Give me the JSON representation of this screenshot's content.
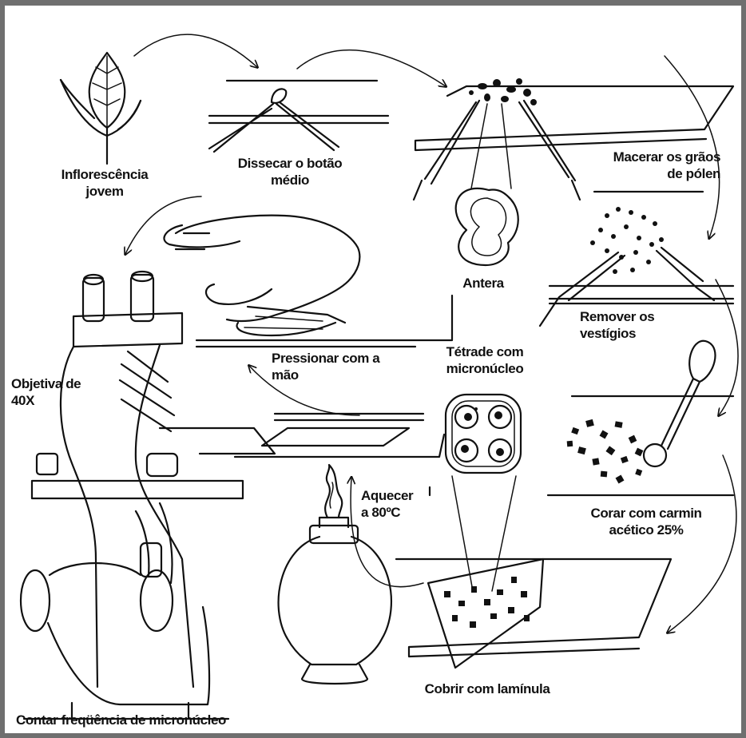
{
  "steps": {
    "inflorescence": "Inflorescência\njovem",
    "dissect": "Dissecar o botão\nmédio",
    "macerate": "Macerar os grãos\nde pólen",
    "anther": "Antera",
    "remove": "Remover os\nvestígios",
    "stain": "Corar com carmin\nacético 25%",
    "cover": "Cobrir com lamínula",
    "heat": "Aquecer\na 80ºC",
    "tetrad": "Tétrade com\nmicronúcleo",
    "press": "Pressionar com a\nmão",
    "objective": "Objetiva de\n40X",
    "count": "Contar freqüência de micronúcleo"
  },
  "colors": {
    "ink": "#111111",
    "border": "#6f6f6f",
    "background": "#ffffff"
  }
}
